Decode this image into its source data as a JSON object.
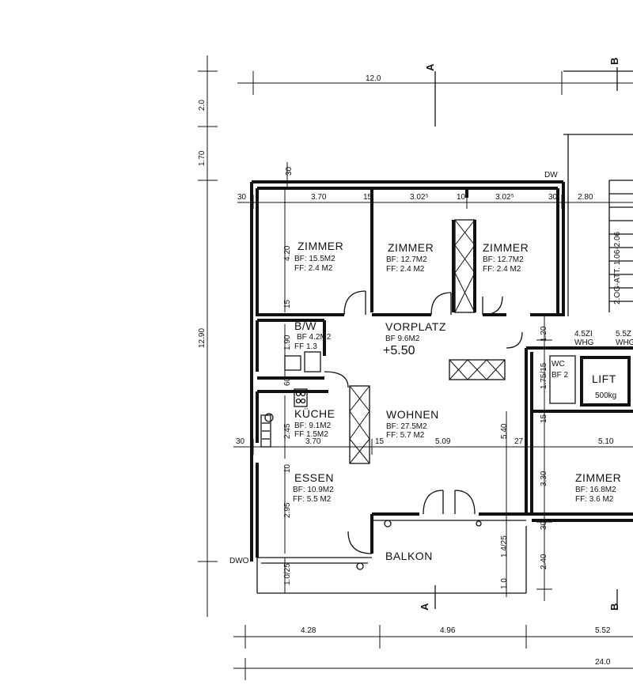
{
  "rooms": {
    "zimmer1": {
      "name": "ZIMMER",
      "bf": "BF: 15.5M2",
      "ff": "FF: 2.4 M2"
    },
    "zimmer2": {
      "name": "ZIMMER",
      "bf": "BF: 12.7M2",
      "ff": "FF: 2.4 M2"
    },
    "zimmer3": {
      "name": "ZIMMER",
      "bf": "BF: 12.7M2",
      "ff": "FF: 2.4 M2"
    },
    "bw": {
      "name": "B/W",
      "bf": "BF 4.2M2",
      "ff": "FF 1.3"
    },
    "vorplatz": {
      "name": "VORPLATZ",
      "bf": "BF 9.6M2",
      "level": "+5.50"
    },
    "kueche": {
      "name": "KÜCHE",
      "bf": "BF: 9.1M2",
      "ff": "FF  1.5M2"
    },
    "wohnen": {
      "name": "WOHNEN",
      "bf": "BF: 27.5M2",
      "ff": "FF: 5.7 M2"
    },
    "essen": {
      "name": "ESSEN",
      "bf": "BF: 10.9M2",
      "ff": "FF: 5.5 M2"
    },
    "zimmer4": {
      "name": "ZIMMER",
      "bf": "BF: 16.8M2",
      "ff": "FF: 3.6 M2"
    },
    "balkon": {
      "name": "BALKON"
    },
    "wc": {
      "name": "WC",
      "bf": "BF 2"
    },
    "lift": {
      "name": "LIFT",
      "load": "500kg"
    }
  },
  "labels": {
    "whg1_num": "4.5ZI",
    "whg1": "WHG",
    "whg2_num": "5.5Z",
    "whg2": "WHG",
    "stair": "2.OG-ATT. 1.06-2.06",
    "dw1": "DW",
    "dw2": "DWO",
    "section_a": "A",
    "section_b": "B"
  },
  "dims": {
    "top_total": "12.0",
    "top_rooms": [
      "30",
      "3.70",
      "15",
      "3.02⁵",
      "10",
      "3.02⁵",
      "30",
      "2.80"
    ],
    "top_30": "30",
    "left": [
      "2.0",
      "1.70",
      "12.90"
    ],
    "inner": [
      "4.20",
      "15",
      "1.90",
      "60",
      "2.45",
      "10",
      "2.95",
      "1.0/25"
    ],
    "row_mid": [
      "30",
      "3.70",
      "15",
      "5.09",
      "27",
      "5.10"
    ],
    "right_inner": [
      "1.20",
      "1.75/15",
      "15",
      "5.40",
      "3.30",
      "30",
      "2.40",
      "1.4/25",
      "1.0"
    ],
    "bottom": [
      "4.28",
      "4.96",
      "5.52"
    ],
    "bottom_total": "24.0"
  }
}
